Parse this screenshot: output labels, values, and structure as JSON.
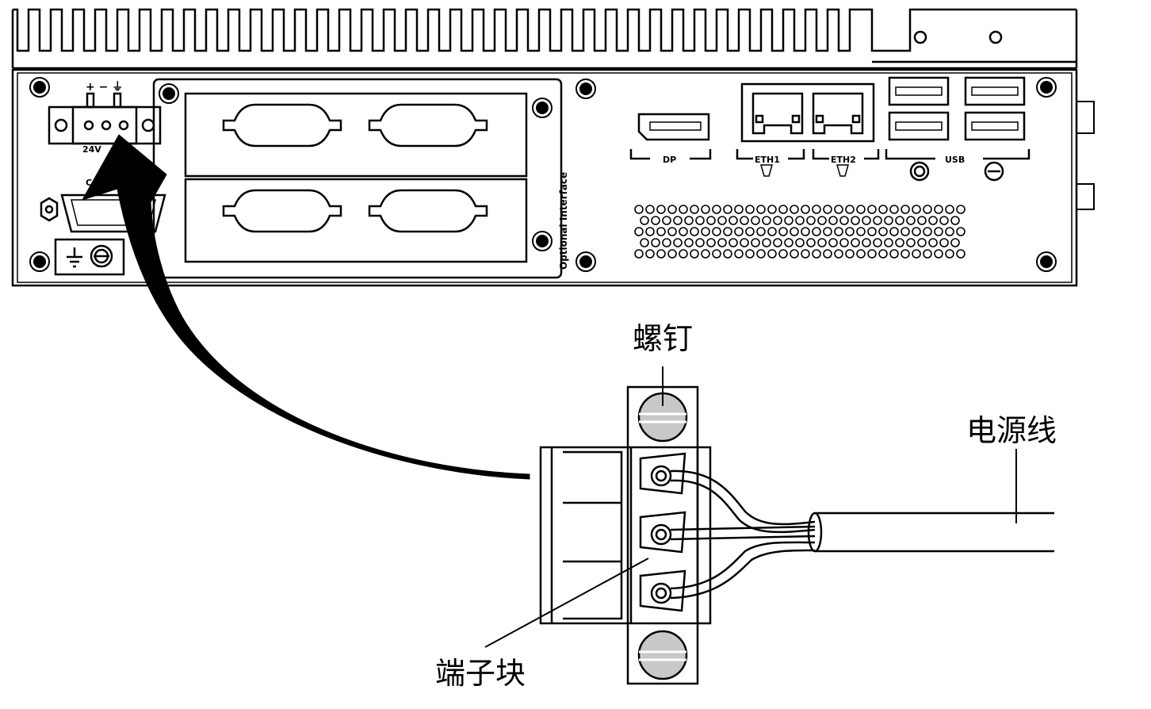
{
  "callouts": {
    "screw": "螺钉",
    "power_cable": "电源线",
    "terminal_block": "端子块"
  },
  "panel": {
    "voltage": "24V",
    "polarity": "+ − ⏚",
    "com": "COM",
    "optional_interface": "Optional Interface",
    "dp": "DP",
    "eth1": "ETH1",
    "eth2": "ETH2",
    "usb": "USB"
  },
  "icons": {
    "arrow": "curved-arrow-icon",
    "ground": "ground-icon"
  },
  "colors": {
    "line": "#000000",
    "screw_fill": "#c8c8c8",
    "background": "#ffffff"
  }
}
